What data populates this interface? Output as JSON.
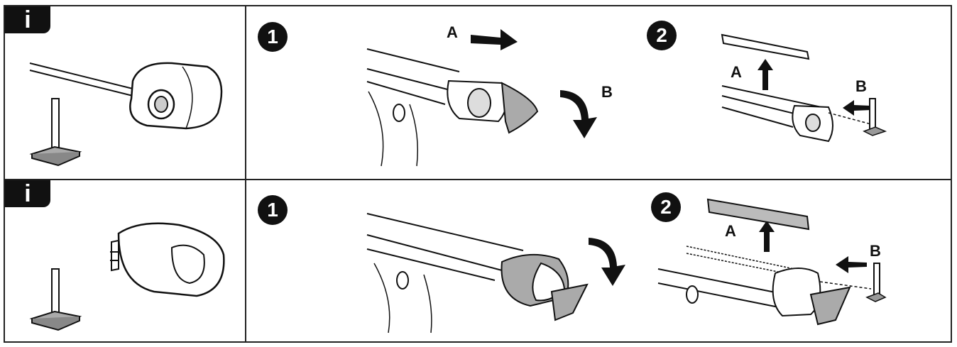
{
  "info_badge_label": "i",
  "rows": [
    {
      "info_label": "i",
      "steps": [
        {
          "number": "1",
          "label_a": "A",
          "label_b": "B"
        },
        {
          "number": "2",
          "label_a": "A",
          "label_b": "B"
        }
      ]
    },
    {
      "info_label": "i",
      "steps": [
        {
          "number": "1"
        },
        {
          "number": "2",
          "label_a": "A",
          "label_b": "B"
        }
      ]
    }
  ],
  "colors": {
    "ink": "#111111",
    "gray_fill": "#b8b8b8",
    "paper": "#ffffff"
  }
}
